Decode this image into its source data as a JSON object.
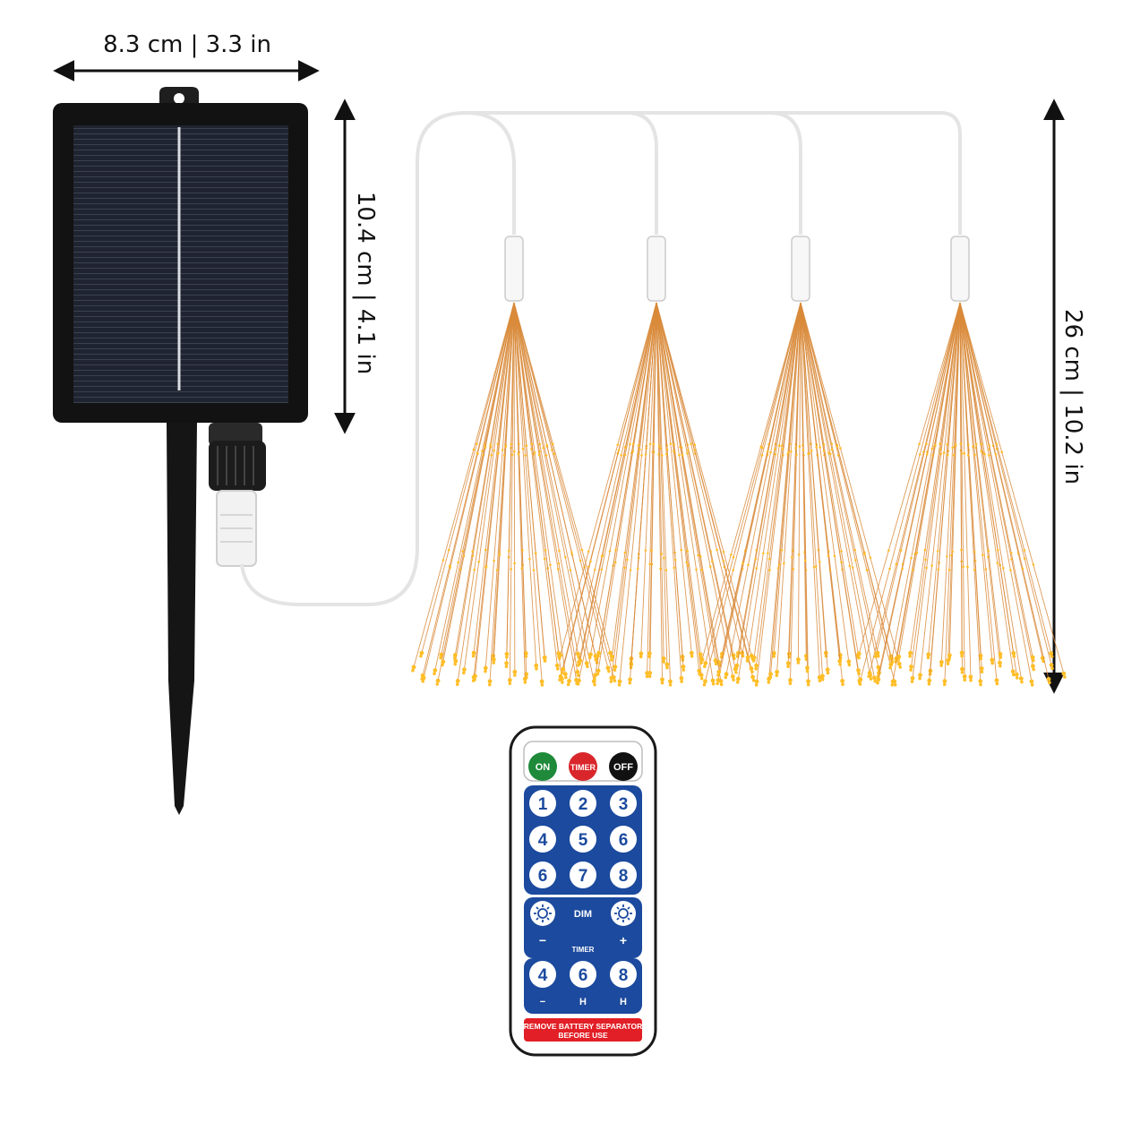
{
  "dimensions": {
    "width_label": "8.3 cm | 3.3 in",
    "panel_height_label": "10.4 cm | 4.1 in",
    "light_height_label": "26 cm | 10.2 in"
  },
  "remote": {
    "power_buttons": [
      {
        "label": "ON",
        "color": "#1e8a3a"
      },
      {
        "label": "TIMER",
        "color": "#d9262b"
      },
      {
        "label": "OFF",
        "color": "#111111"
      }
    ],
    "mode_buttons": [
      "1",
      "2",
      "3",
      "4",
      "5",
      "6",
      "6",
      "7",
      "8"
    ],
    "dim_label": "DIM",
    "minus_label": "−",
    "plus_label": "+",
    "timer_label": "TIMER",
    "timer_buttons": [
      "4",
      "6",
      "8"
    ],
    "timer_sub_labels": [
      "−",
      "H",
      "H"
    ],
    "warning_line1": "REMOVE BATTERY SEPARATOR",
    "warning_line2": "BEFORE USE",
    "body_color": "#1b4a9e",
    "warning_color": "#e21f26"
  },
  "colors": {
    "panel": "#1a1a1a",
    "wire": "#e6e6e6",
    "firework_strand": "#d98a3a",
    "firework_bulb": "#ffbe28"
  }
}
